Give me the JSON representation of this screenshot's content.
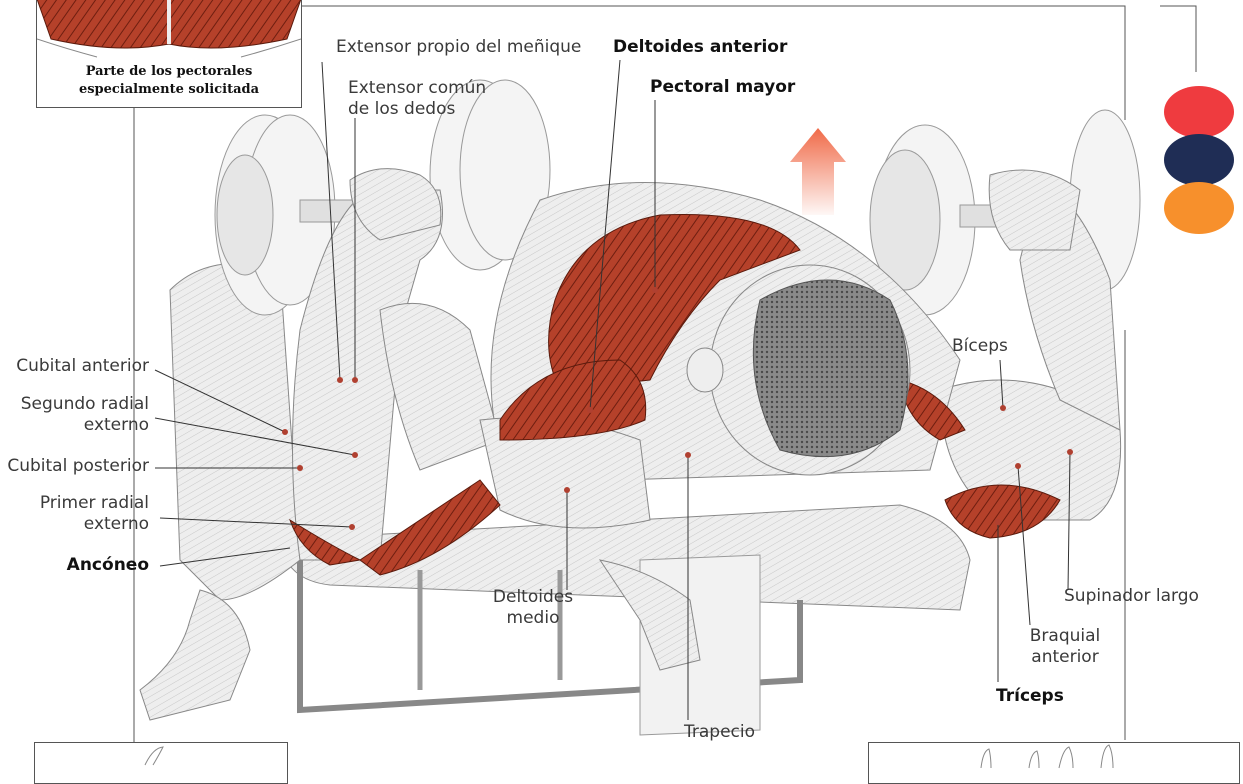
{
  "inset_top": {
    "caption": "Parte de los pectorales\nespecialmente solicitada"
  },
  "labels": {
    "extensor_menique": "Extensor propio del meñique",
    "deltoides_anterior": "Deltoides anterior",
    "extensor_comun": "Extensor común\nde los dedos",
    "pectoral_mayor": "Pectoral mayor",
    "cubital_anterior": "Cubital anterior",
    "segundo_radial": "Segundo radial\nexterno",
    "cubital_posterior": "Cubital posterior",
    "primer_radial": "Primer radial\nexterno",
    "anconeo": "Ancóneo",
    "deltoides_medio": "Deltoides\nmedio",
    "trapecio": "Trapecio",
    "biceps": "Bíceps",
    "supinador_largo": "Supinador largo",
    "braquial_anterior": "Braquial\nanterior",
    "triceps": "Tríceps"
  },
  "legend_colors": [
    "#ef3b3f",
    "#1f2d55",
    "#f7902c"
  ],
  "muscle_color": "#b5412a",
  "arrow_color": "#f06a48"
}
